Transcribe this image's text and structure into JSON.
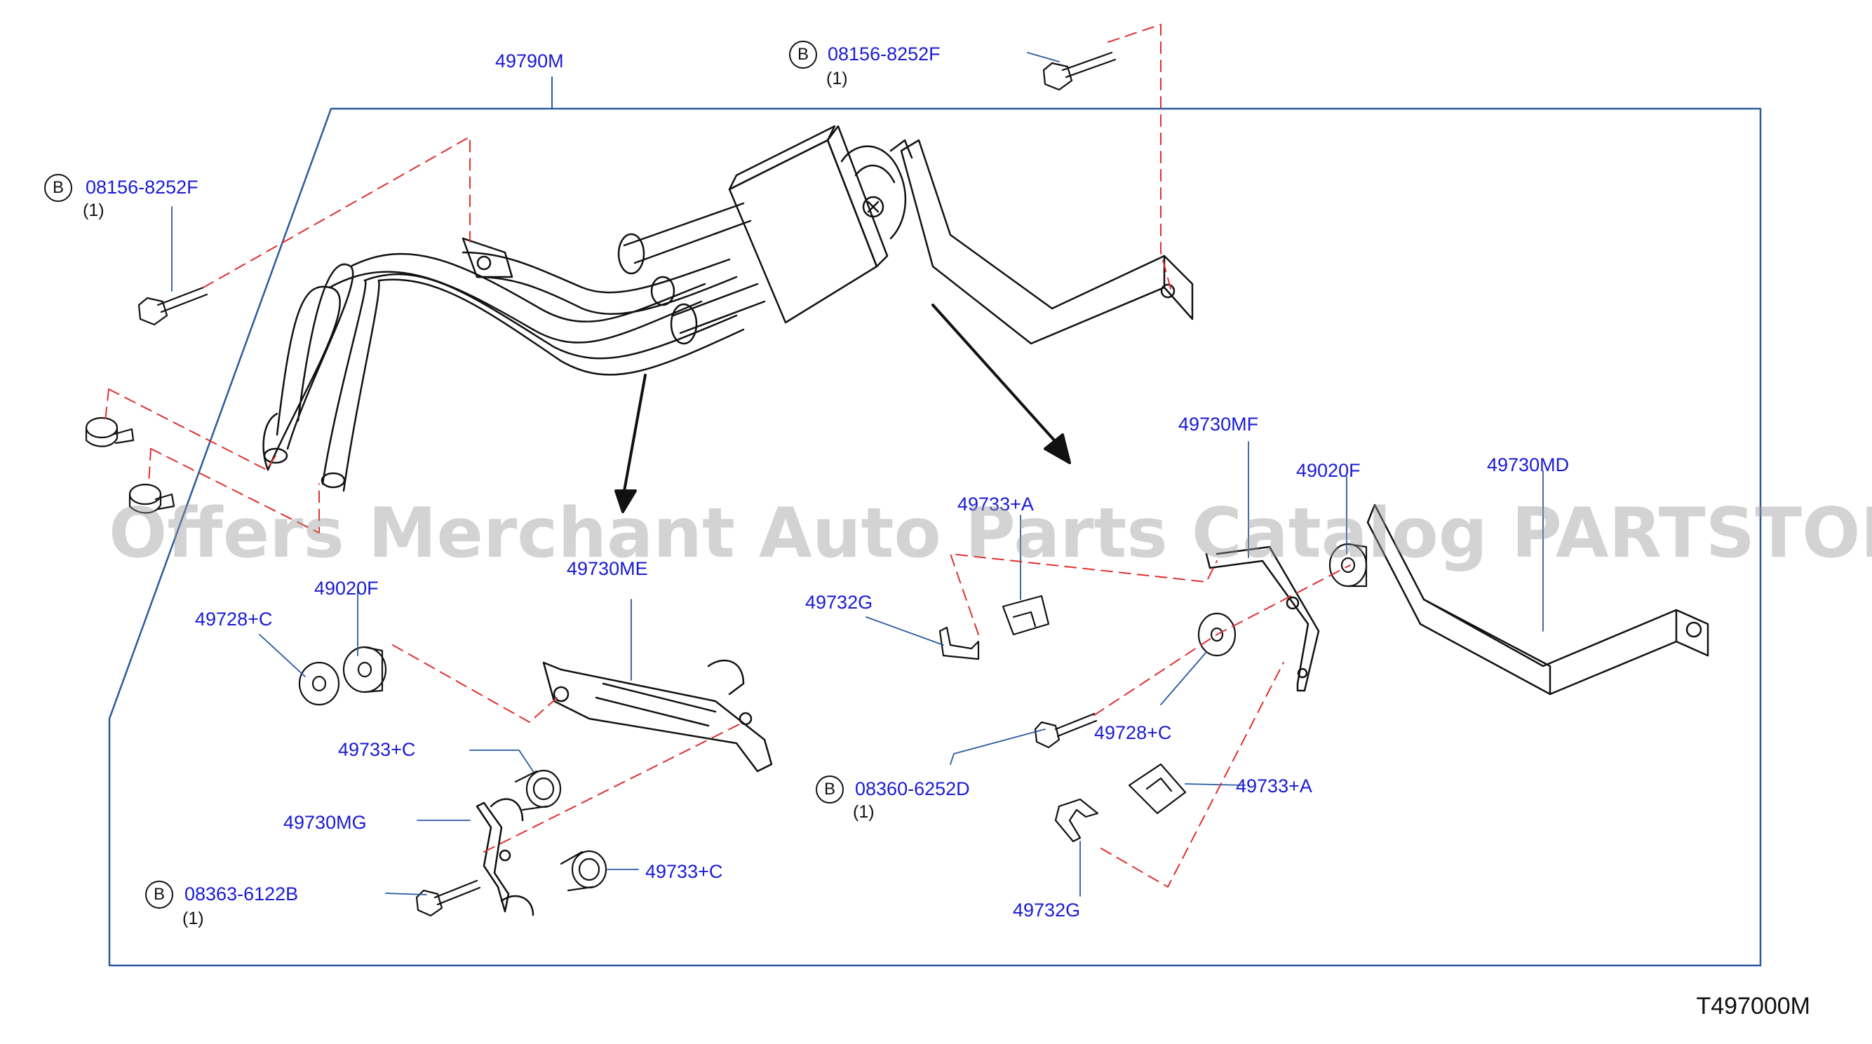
{
  "watermark": "Offers Merchant Auto Parts Catalog PARTSTORE.SA",
  "diagram_ref": "T497000M",
  "bolt_marker": "B",
  "labels": {
    "main_assembly": "49790M",
    "bolt_top": "08156-8252F",
    "bolt_top_qty": "(1)",
    "bolt_left": "08156-8252F",
    "bolt_left_qty": "(1)",
    "bracket_mf": "49730MF",
    "bushing_f_right": "49020F",
    "bracket_md": "49730MD",
    "clamp_a_upper": "49733+A",
    "clip_g_upper": "49732G",
    "bracket_me": "49730ME",
    "bushing_f_left": "49020F",
    "washer_c_left": "49728+C",
    "clamp_c_upper": "49733+C",
    "bracket_mg": "49730MG",
    "clamp_c_lower": "49733+C",
    "bolt_bottom": "08363-6122B",
    "bolt_bottom_qty": "(1)",
    "bolt_mid": "08360-6252D",
    "bolt_mid_qty": "(1)",
    "washer_c_right": "49728+C",
    "clamp_a_lower": "49733+A",
    "clip_g_lower": "49732G"
  },
  "colors": {
    "label": "#1a1ad6",
    "outline": "#2a5aa0",
    "dashed": "#e03030",
    "line": "#111111"
  }
}
